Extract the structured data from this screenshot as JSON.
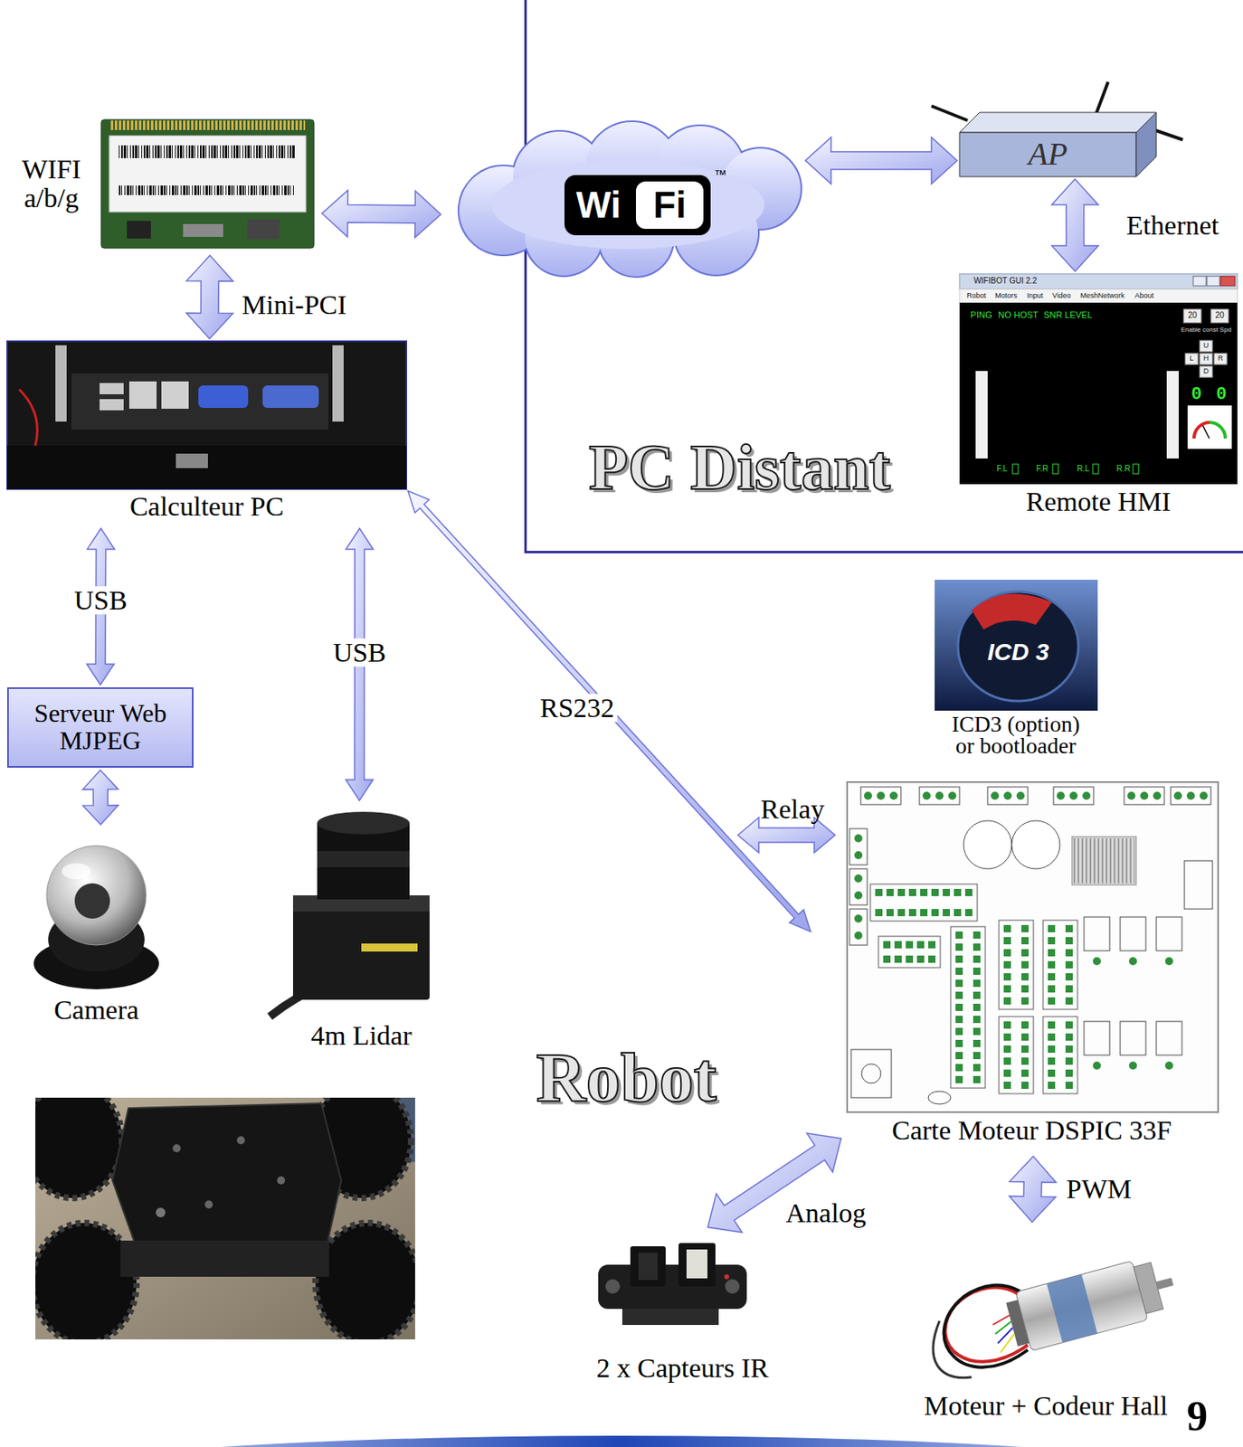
{
  "diagram": {
    "nodes": [
      {
        "text": [
          "WIFI a/b/g"
        ]
      },
      {
        "text": [
          "Wi",
          "Fi",
          "™"
        ]
      },
      {
        "text": [
          "PC Distant"
        ]
      },
      {
        "text": [
          "AP"
        ],
        "in": 2
      },
      {
        "text": [
          "Remote HMI"
        ],
        "in": 2
      },
      {
        "text": [
          "Calculteur PC"
        ]
      },
      {
        "text": [
          "Serveur Web MJPEG"
        ]
      },
      {
        "text": [
          "Camera"
        ]
      },
      {
        "text": [
          "4m Lidar"
        ]
      },
      {
        "text": [
          "ICD3 (option) or bootloader"
        ]
      },
      {
        "text": [
          "Carte Moteur DSPIC 33F"
        ]
      },
      {
        "text": [
          "2 x Capteurs IR"
        ]
      },
      {
        "text": [
          "Moteur + Codeur Hall"
        ]
      }
    ],
    "edges": [
      {
        "from": 0,
        "to": 1,
        "arrow": "both"
      },
      {
        "from": 1,
        "to": 3,
        "arrow": "both"
      },
      {
        "from": 3,
        "to": 4,
        "label": "Ethernet",
        "arrow": "both"
      },
      {
        "from": 0,
        "to": 5,
        "label": "Mini-PCI",
        "arrow": "both"
      },
      {
        "from": 5,
        "to": 6,
        "label": "USB",
        "arrow": "both"
      },
      {
        "from": 6,
        "to": 7,
        "arrow": "both"
      },
      {
        "from": 5,
        "to": 8,
        "label": "USB",
        "arrow": "both"
      },
      {
        "from": 5,
        "to": 10,
        "label": "RS232",
        "arrow": "both"
      },
      {
        "from": 10,
        "to": 11,
        "label": "Analog",
        "arrow": "both"
      },
      {
        "from": 10,
        "to": 12,
        "label": "PWM",
        "arrow": "both"
      }
    ],
    "labels": [
      "Relay",
      "Robot",
      "9",
      "ICD 3",
      "WIFIBOT GUI 2.2",
      "Robot",
      "Motors",
      "Input",
      "Video",
      "MeshNetwork",
      "About",
      "PING",
      "NO HOST",
      "SNR LEVEL",
      "20",
      "20",
      "Enable const Spd",
      "U",
      "L",
      "H",
      "R",
      "D",
      "0",
      "0",
      "F.L",
      "F.R",
      "R.L",
      "R.R"
    ]
  }
}
